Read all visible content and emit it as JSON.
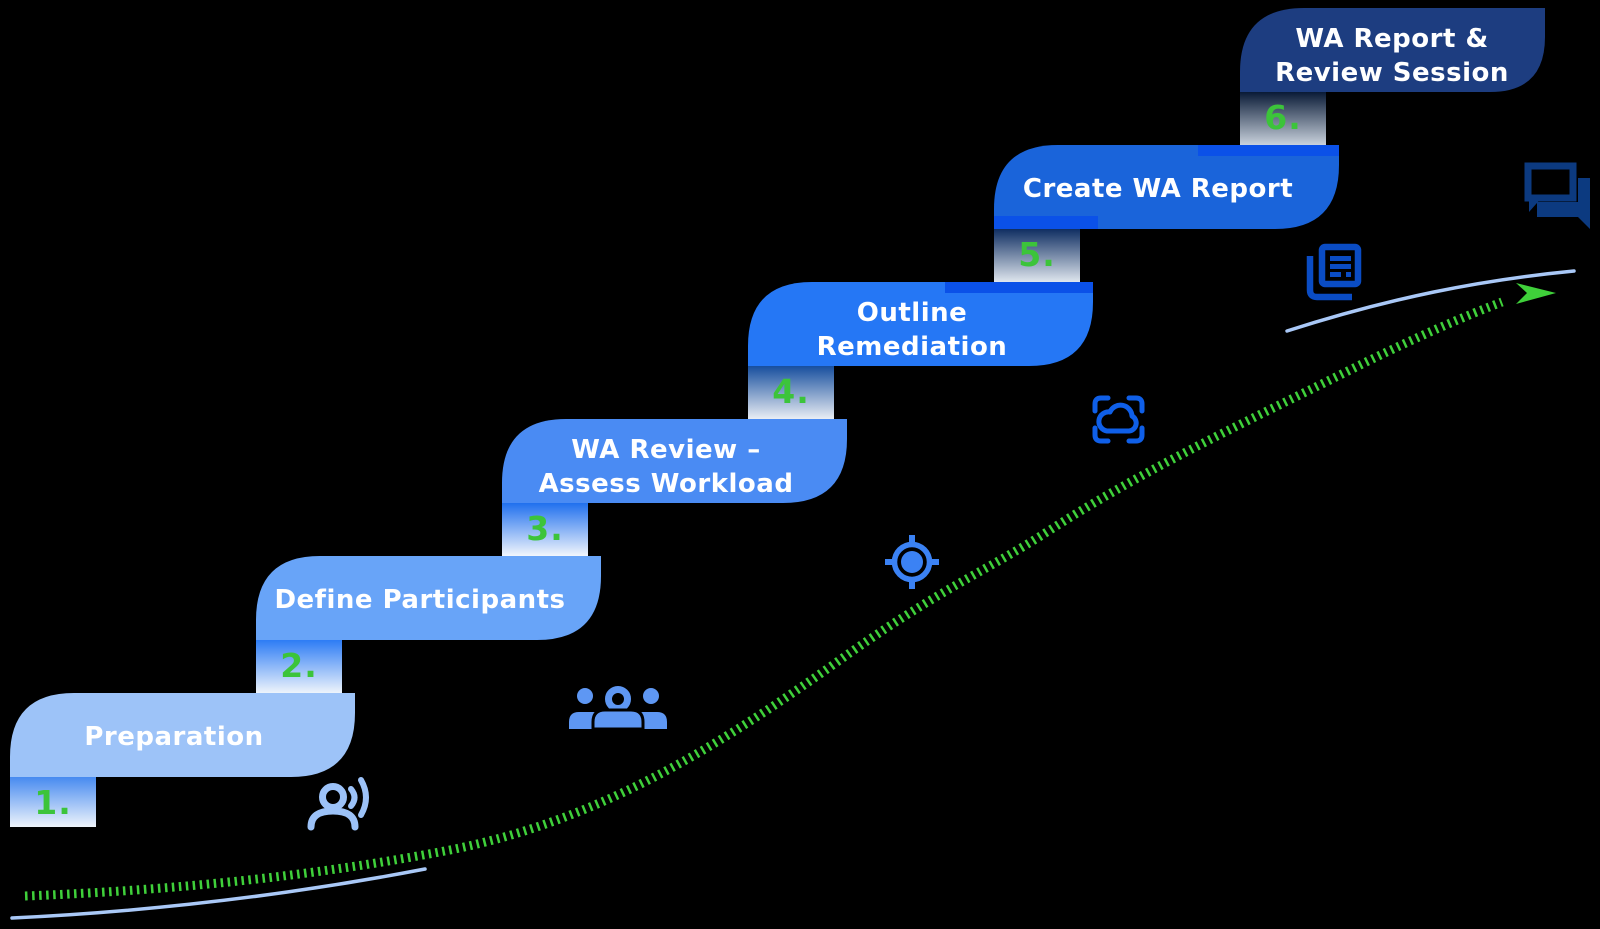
{
  "diagram": {
    "kind": "stair-step process ribbon",
    "direction": "bottom-left to top-right",
    "steps": [
      {
        "number": "1.",
        "label_line1": "Preparation",
        "label_line2": "",
        "color": "#9dc3f8"
      },
      {
        "number": "2.",
        "label_line1": "Define Participants",
        "label_line2": "",
        "color": "#68a4f8"
      },
      {
        "number": "3.",
        "label_line1": "WA Review –",
        "label_line2": "Assess Workload",
        "color": "#4a8bf3"
      },
      {
        "number": "4.",
        "label_line1": "Outline",
        "label_line2": "Remediation",
        "color": "#2577f5"
      },
      {
        "number": "5.",
        "label_line1": "Create WA Report",
        "label_line2": "",
        "color": "#1a64da"
      },
      {
        "number": "6.",
        "label_line1": "WA Report &",
        "label_line2": "Review Session",
        "color": "#1d3d80"
      }
    ],
    "icons": [
      {
        "name": "announcer-icon",
        "color": "#9cc2f8"
      },
      {
        "name": "audience-icon",
        "color": "#5e97f3"
      },
      {
        "name": "target-icon",
        "color": "#3b82f4"
      },
      {
        "name": "cloud-assessment-icon",
        "color": "#0f5fe8"
      },
      {
        "name": "report-pages-icon",
        "color": "#0a4cc4"
      },
      {
        "name": "review-chat-icon",
        "color": "#0c3a80"
      }
    ],
    "palette": {
      "background": "#000000",
      "step_number_green": "#3cc43a",
      "growth_curve_green": "#3fd03a",
      "thin_curve_blue": "#a9c8f7",
      "ribbon_edge_blue": "#0b51e8",
      "label_text": "#ffffff"
    }
  }
}
